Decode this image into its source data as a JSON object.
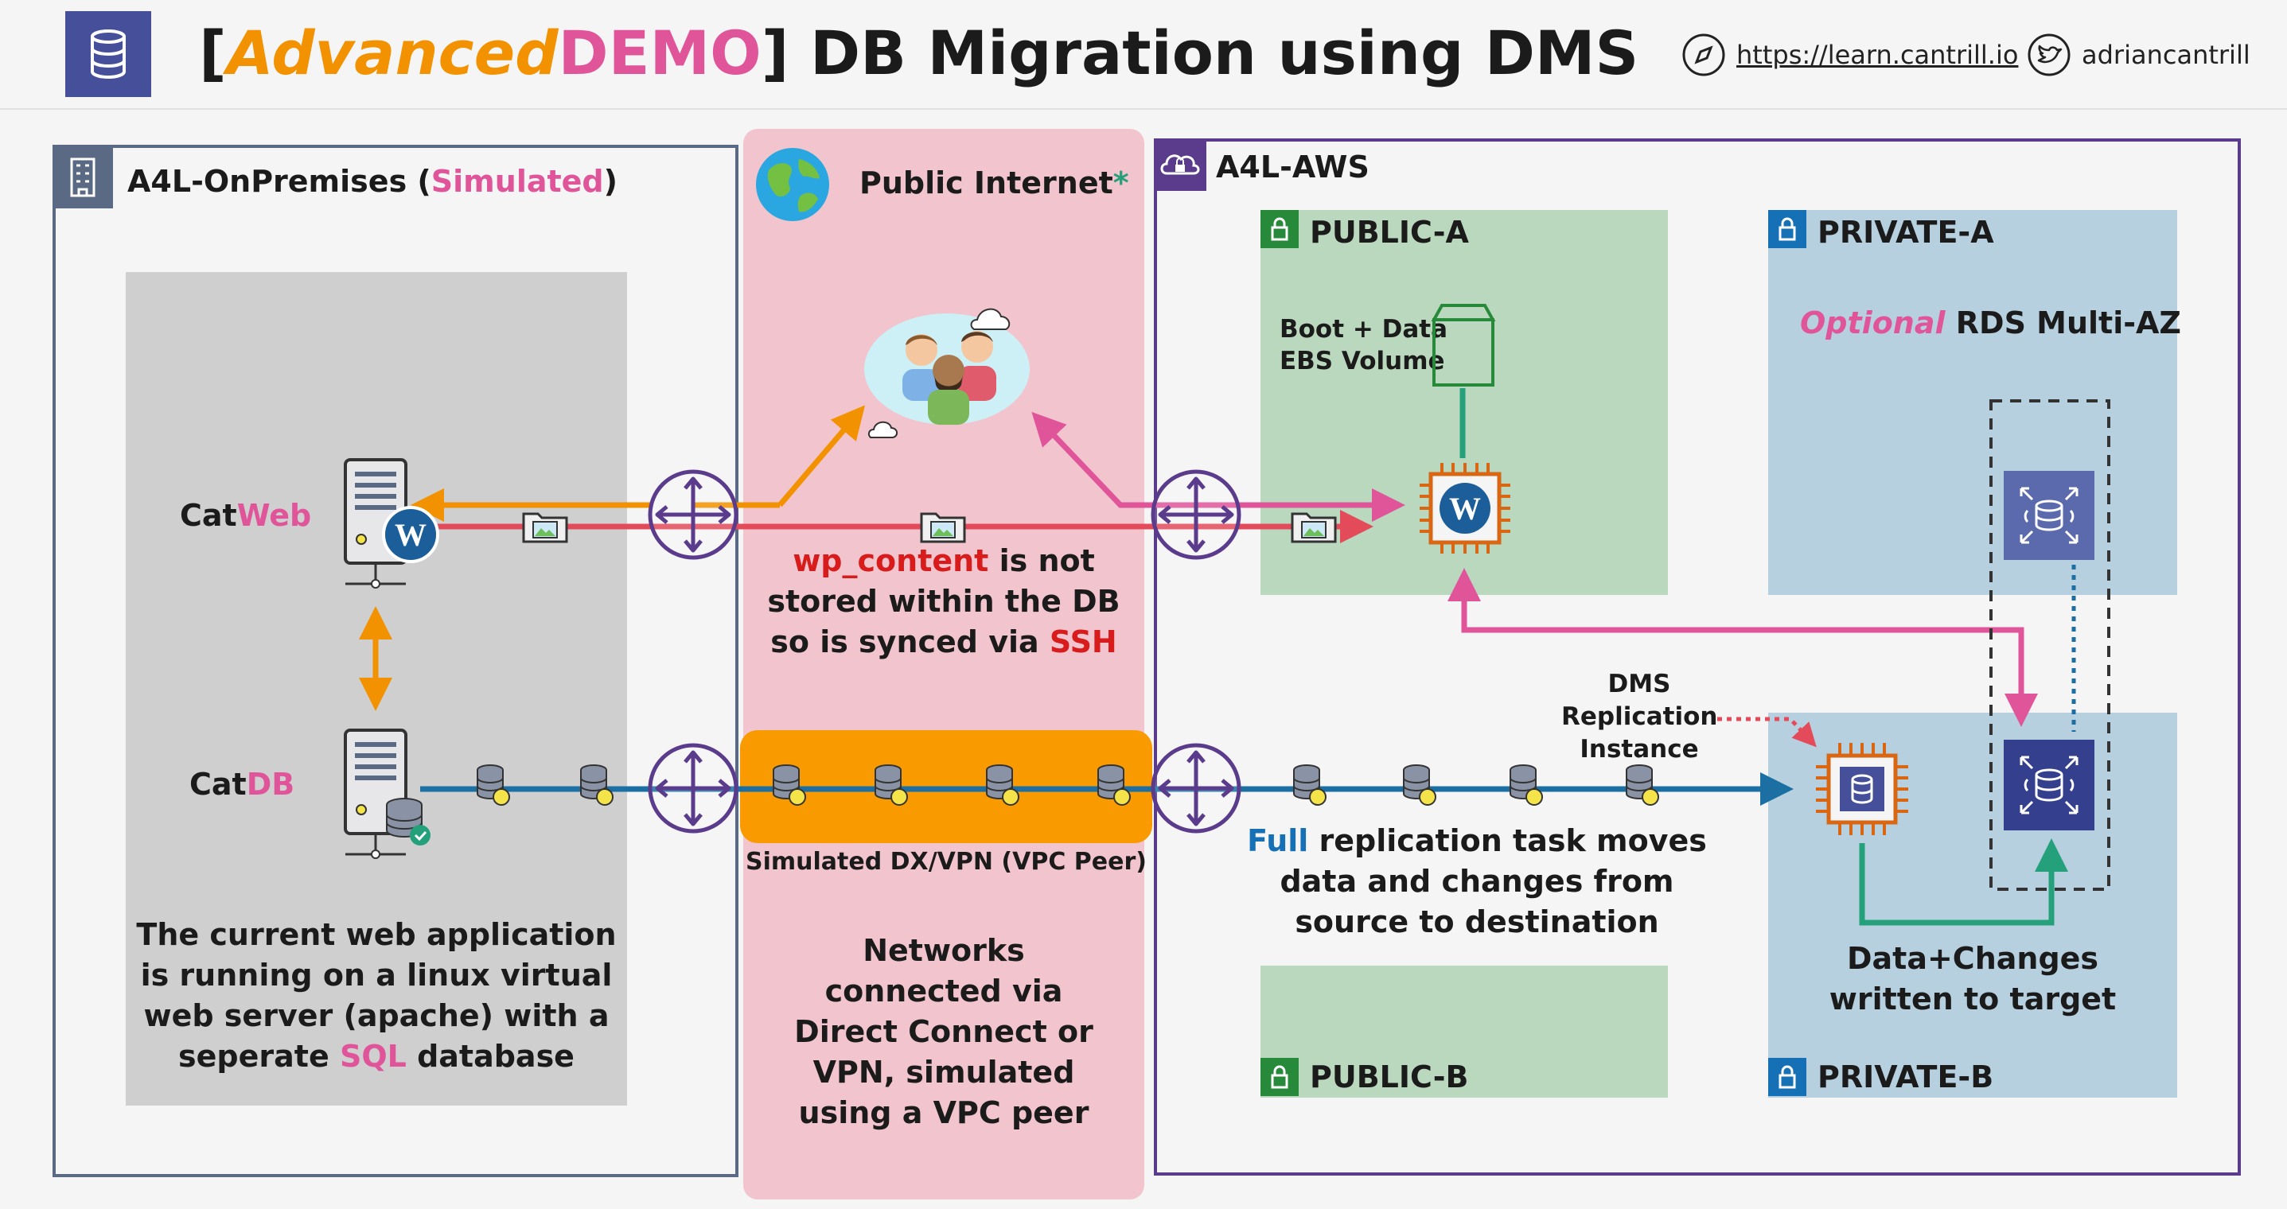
{
  "header": {
    "title_bracket_open": "[",
    "title_advanced": "Advanced",
    "title_demo": "DEMO",
    "title_rest": "] DB Migration using DMS",
    "website": "https://learn.cantrill.io",
    "twitter": "adriancantrill"
  },
  "onprem": {
    "title_prefix": "A4L-OnPremises (",
    "title_highlight": "Simulated",
    "title_suffix": ")",
    "catweb_prefix": "Cat",
    "catweb_highlight": "Web",
    "catdb_prefix": "Cat",
    "catdb_highlight": "DB",
    "desc_line1": "The current web application",
    "desc_line2": "is running on a linux virtual",
    "desc_line3": "web server (apache) with a",
    "desc_line4_prefix": "seperate ",
    "desc_line4_highlight": "SQL",
    "desc_line4_suffix": " database"
  },
  "internet": {
    "title": "Public Internet",
    "title_asterisk": "*",
    "note_line1_highlight": "wp_content",
    "note_line1_rest": " is not",
    "note_line2": "stored within the DB",
    "note_line3_prefix": "so is synced via ",
    "note_line3_highlight": "SSH",
    "dx_label": "Simulated DX/VPN (VPC Peer)",
    "net_line1": "Networks",
    "net_line2": "connected via",
    "net_line3": "Direct Connect or",
    "net_line4": "VPN, simulated",
    "net_line5": "using a VPC peer"
  },
  "aws": {
    "title": "A4L-AWS",
    "public_a": "PUBLIC-A",
    "public_b": "PUBLIC-B",
    "private_a": "PRIVATE-A",
    "private_b": "PRIVATE-B",
    "ebs_line1": "Boot + Data",
    "ebs_line2": "EBS Volume",
    "rds_optional": "Optional",
    "rds_rest": " RDS Multi-AZ",
    "dms_line1": "DMS",
    "dms_line2": "Replication",
    "dms_line3": "Instance",
    "repl_line1_highlight": "Full",
    "repl_line1_rest": " replication task moves",
    "repl_line2": "data and changes from",
    "repl_line3": "source to destination",
    "target_line1": "Data+Changes",
    "target_line2": "written to target"
  },
  "colors": {
    "orange": "#f39200",
    "pink": "#e0559a",
    "red": "#e34b5b",
    "blue": "#1c6fa3",
    "green": "#24a07a",
    "purple": "#5a3b8c",
    "navy": "#46509a"
  }
}
